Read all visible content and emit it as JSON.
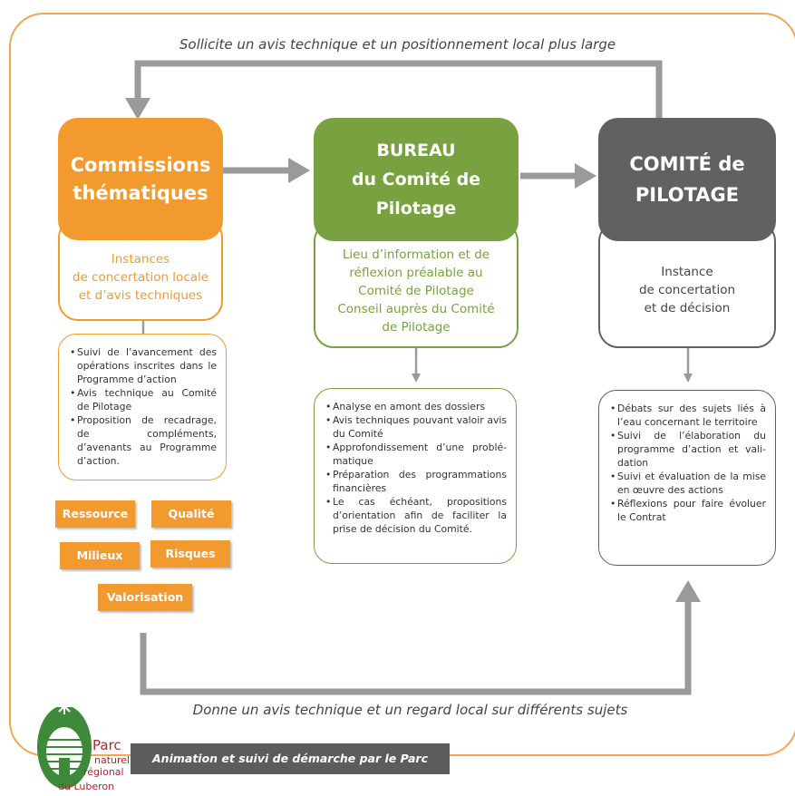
{
  "top_caption": "Sollicite un avis technique et un positionnement local plus large",
  "bottom_caption": "Donne un avis technique et un regard local sur différents sujets",
  "colors": {
    "orange": "#f29a2e",
    "green": "#77a23f",
    "gray": "#616161",
    "arrow": "#9a9a9a",
    "frame": "#f2a654"
  },
  "commissions": {
    "title_lines": [
      "Commissions",
      "thématiques"
    ],
    "desc_lines": [
      "Instances",
      "de concertation locale",
      "et d’avis techniques"
    ],
    "items": [
      "Suivi de l’avancement des opérations inscrites dans le Programme d’action",
      "Avis technique au Comité de Pilotage",
      "Proposition de recadrage, de compléments, d’avenants au Programme d’action."
    ],
    "tags": [
      "Ressource",
      "Qualité",
      "Milieux",
      "Risques",
      "Valorisation"
    ]
  },
  "bureau": {
    "title_lines": [
      "BUREAU",
      "du Comité de",
      "Pilotage"
    ],
    "desc_lines": [
      "Lieu d’information et de",
      "réflexion préalable au",
      "Comité de Pilotage",
      "Conseil auprès du Comité",
      "de Pilotage"
    ],
    "items": [
      "Analyse en amont des dossiers",
      "Avis techniques pouvant valoir avis du Comité",
      "Approfondissement d’une problé-matique",
      "Préparation des programmations financières",
      "Le cas échéant, propositions d’orientation afin de faciliter la prise de décision du Comité."
    ]
  },
  "comite": {
    "title_lines": [
      "COMITÉ de",
      "PILOTAGE"
    ],
    "desc_lines": [
      "Instance",
      "de concertation",
      "et de décision"
    ],
    "items": [
      "Débats sur des sujets liés à l’eau concernant le territoire",
      "Suivi de l’élaboration du programme d’action et vali-dation",
      "Suivi et évaluation de la mise en œuvre des actions",
      "Réflexions pour faire évoluer le Contrat"
    ]
  },
  "footer": {
    "label": "Animation et suivi de démarche par le Parc"
  },
  "logo": {
    "lines": [
      "Parc",
      "naturel",
      "régional",
      "du Luberon"
    ],
    "icon": "parc-luberon-logo-icon"
  }
}
